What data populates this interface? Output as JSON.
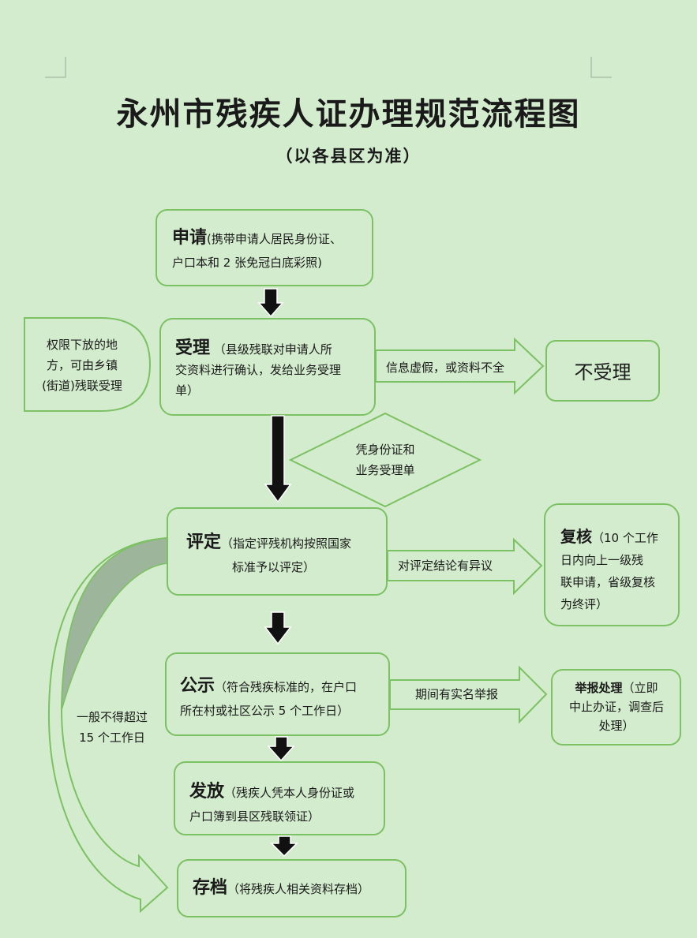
{
  "title": "永州市残疾人证办理规范流程图",
  "subtitle": "（以各县区为准）",
  "steps": {
    "apply": {
      "head": "申请",
      "line1": "(携带申请人居民身份证、",
      "line2": "户口本和 2 张免冠白底彩照)"
    },
    "accept": {
      "head": "受理",
      "line1": "（县级残联对申请人所",
      "line2": "交资料进行确认，发给业务受理",
      "line3": "单）"
    },
    "evaluate": {
      "head": "评定",
      "line1": "（指定评残机构按照国家",
      "line2": "标准予以评定）"
    },
    "publicize": {
      "head": "公示",
      "line1": "（符合残疾标准的，在户口",
      "line2": "所在村或社区公示 5 个工作日）"
    },
    "issue": {
      "head": "发放",
      "line1": "（残疾人凭本人身份证或",
      "line2": "户口簿到县区残联领证）"
    },
    "archive": {
      "head": "存档",
      "line1": "（将残疾人相关资料存档）"
    }
  },
  "side_note": {
    "line1": "权限下放的地",
    "line2": "方，可由乡镇",
    "line3": "(街道)残联受理"
  },
  "reject": {
    "label": "不受理",
    "arrow_label": "信息虚假，或资料不全"
  },
  "diamond": {
    "line1": "凭身份证和",
    "line2": "业务受理单"
  },
  "review": {
    "head": "复核",
    "line1": "（10 个工作",
    "line2": "日内向上一级残",
    "line3": "联申请，省级复核",
    "line4": "为终评）",
    "arrow_label": "对评定结论有异议"
  },
  "report": {
    "head": "举报处理",
    "line1": "（立即",
    "line2": "中止办证，调查后",
    "line3": "处理）",
    "arrow_label": "期间有实名举报"
  },
  "time_limit": {
    "line1": "一般不得超过",
    "line2": "15 个工作日"
  },
  "colors": {
    "background": "#d3eccd",
    "border": "#7cc163",
    "arrow": "#111111",
    "curve_fill": "#9db59a"
  }
}
